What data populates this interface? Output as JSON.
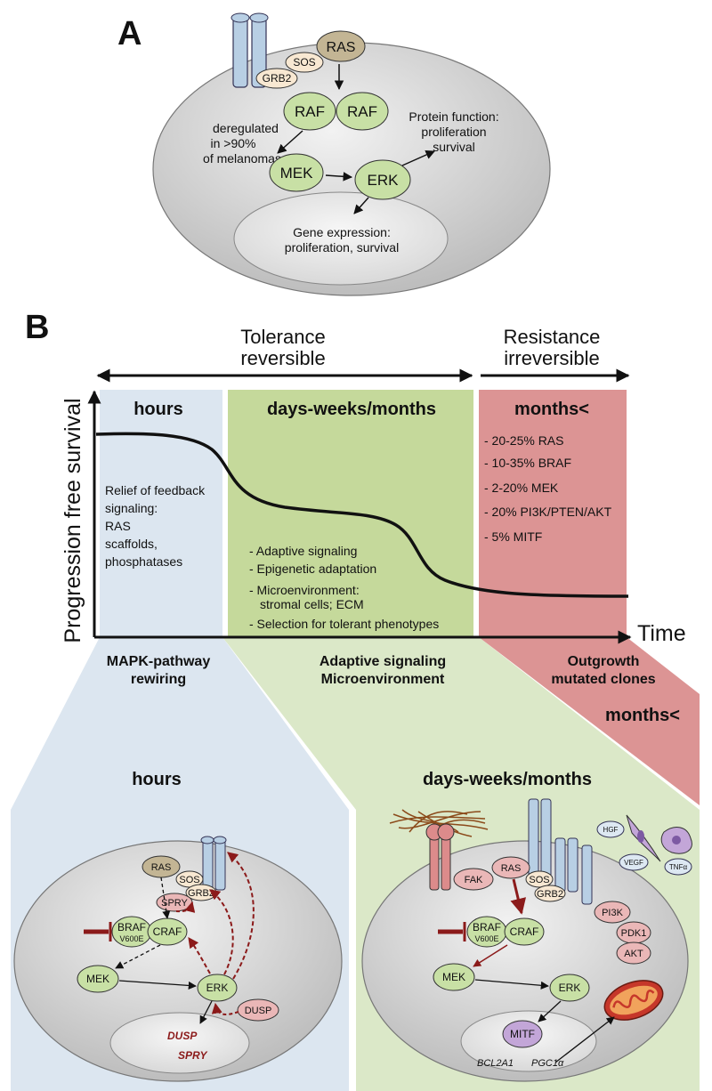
{
  "panel_a": {
    "letter": "A",
    "nodes": {
      "ras": "RAS",
      "sos": "SOS",
      "grb2": "GRB2",
      "raf1": "RAF",
      "raf2": "RAF",
      "mek": "MEK",
      "erk": "ERK"
    },
    "deregulated": [
      "deregulated",
      "in >90%",
      "of melanomas"
    ],
    "protein_function": [
      "Protein function:",
      "proliferation",
      "survival"
    ],
    "gene_expression": [
      "Gene expression:",
      "proliferation, survival"
    ]
  },
  "panel_b": {
    "letter": "B",
    "tolerance": [
      "Tolerance",
      "reversible"
    ],
    "resistance": [
      "Resistance",
      "irreversible"
    ],
    "y_axis_label": "Progression free survival",
    "x_axis_label": "Time",
    "phase_hours": {
      "title": "hours",
      "text": [
        "Relief of feedback",
        "signaling:",
        "RAS",
        "scaffolds,",
        "phosphatases"
      ],
      "bottom": [
        "MAPK-pathway",
        "rewiring"
      ],
      "color": "#dce6f0"
    },
    "phase_days": {
      "title": "days-weeks/months",
      "items": [
        "- Adaptive signaling",
        "- Epigenetic adaptation",
        "- Microenvironment:",
        "stromal cells; ECM",
        "- Selection for tolerant phenotypes"
      ],
      "bottom": [
        "Adaptive signaling",
        "Microenvironment"
      ],
      "color": "#c5d99b"
    },
    "phase_months": {
      "title": "months<",
      "items": [
        "- 20-25% RAS",
        "- 10-35% BRAF",
        "- 2-20% MEK",
        "- 20% PI3K/PTEN/AKT",
        "- 5% MITF"
      ],
      "bottom": [
        "Outgrowth",
        "mutated clones"
      ],
      "bottom_title": "months<",
      "color": "#dc9494"
    }
  },
  "panel_c_left": {
    "title": "hours",
    "nodes": {
      "ras": "RAS",
      "sos": "SOS",
      "grb2": "GRB2",
      "spry": "SPRY",
      "braf": "BRAF",
      "v600e": "V600E",
      "craf": "CRAF",
      "mek": "MEK",
      "erk": "ERK",
      "dusp": "DUSP"
    },
    "nucleus": [
      "DUSP",
      "SPRY"
    ]
  },
  "panel_c_right": {
    "title": "days-weeks/months",
    "nodes": {
      "fak": "FAK",
      "ras": "RAS",
      "sos": "SOS",
      "grb2": "GRB2",
      "pi3k": "PI3K",
      "pdk1": "PDK1",
      "akt": "AKT",
      "braf": "BRAF",
      "v600e": "V600E",
      "craf": "CRAF",
      "mek": "MEK",
      "erk": "ERK",
      "mitf": "MITF",
      "hgf": "HGF",
      "vegf": "VEGF",
      "tnfa": "TNFα"
    },
    "nucleus": [
      "BCL2A1",
      "PGC1α"
    ]
  },
  "colors": {
    "green_node": "#c8e0a5",
    "brown_node": "#c3b594",
    "pink_node": "#eab7b7",
    "purple_node": "#c3a6d8",
    "receptor": "#b8cfe4",
    "dark_red": "#8b1a1a"
  }
}
